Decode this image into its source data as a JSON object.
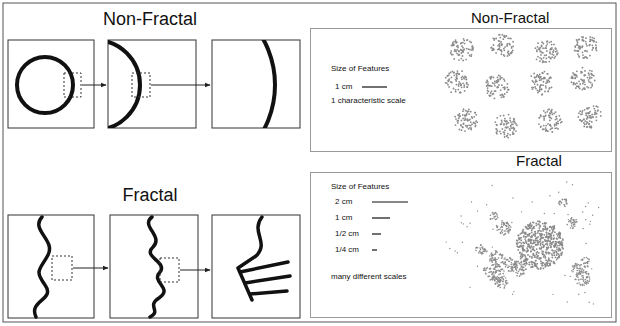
{
  "diagram": {
    "nodes": [
      {
        "text": [
          "Non-Fractal",
          "Size of Features",
          "1 cm",
          "1 characteristic scale"
        ]
      },
      {
        "text": [
          "Fractal",
          "Size of Features",
          "2 cm",
          "1 cm",
          "1/2 cm",
          "1/4 cm",
          "many different scales"
        ]
      }
    ],
    "labels": [
      "Non-Fractal",
      "Fractal"
    ]
  }
}
